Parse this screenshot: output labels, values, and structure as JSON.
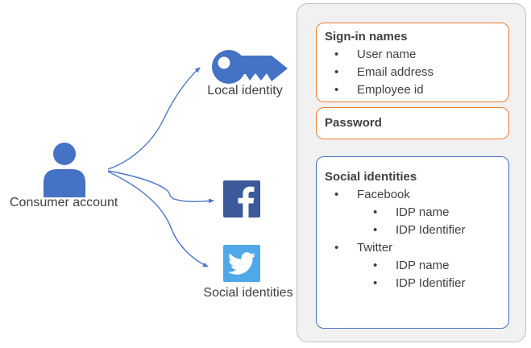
{
  "colors": {
    "primary_blue": "#4472C4",
    "arrow_blue": "#4C78C9",
    "facebook_blue": "#3C5A99",
    "twitter_blue": "#4FA8E8",
    "orange_border": "#ED7D31",
    "blue_border": "#4472C4",
    "panel_bg": "#F1F1F2",
    "panel_border": "#BFBFBF",
    "text": "#404040"
  },
  "diagram": {
    "consumer_account_label": "Consumer account",
    "local_identity_label": "Local identity",
    "social_identities_label": "Social identities",
    "icons": [
      "person-icon",
      "key-icon",
      "facebook-icon",
      "twitter-icon"
    ]
  },
  "panel": {
    "sign_in_box": {
      "title": "Sign-in names",
      "items": [
        "User name",
        "Email address",
        "Employee id"
      ]
    },
    "password_box": {
      "title": "Password"
    },
    "social_box": {
      "title": "Social identities",
      "providers": [
        {
          "name": "Facebook",
          "attributes": [
            "IDP name",
            "IDP Identifier"
          ]
        },
        {
          "name": "Twitter",
          "attributes": [
            "IDP name",
            "IDP Identifier"
          ]
        }
      ]
    }
  }
}
